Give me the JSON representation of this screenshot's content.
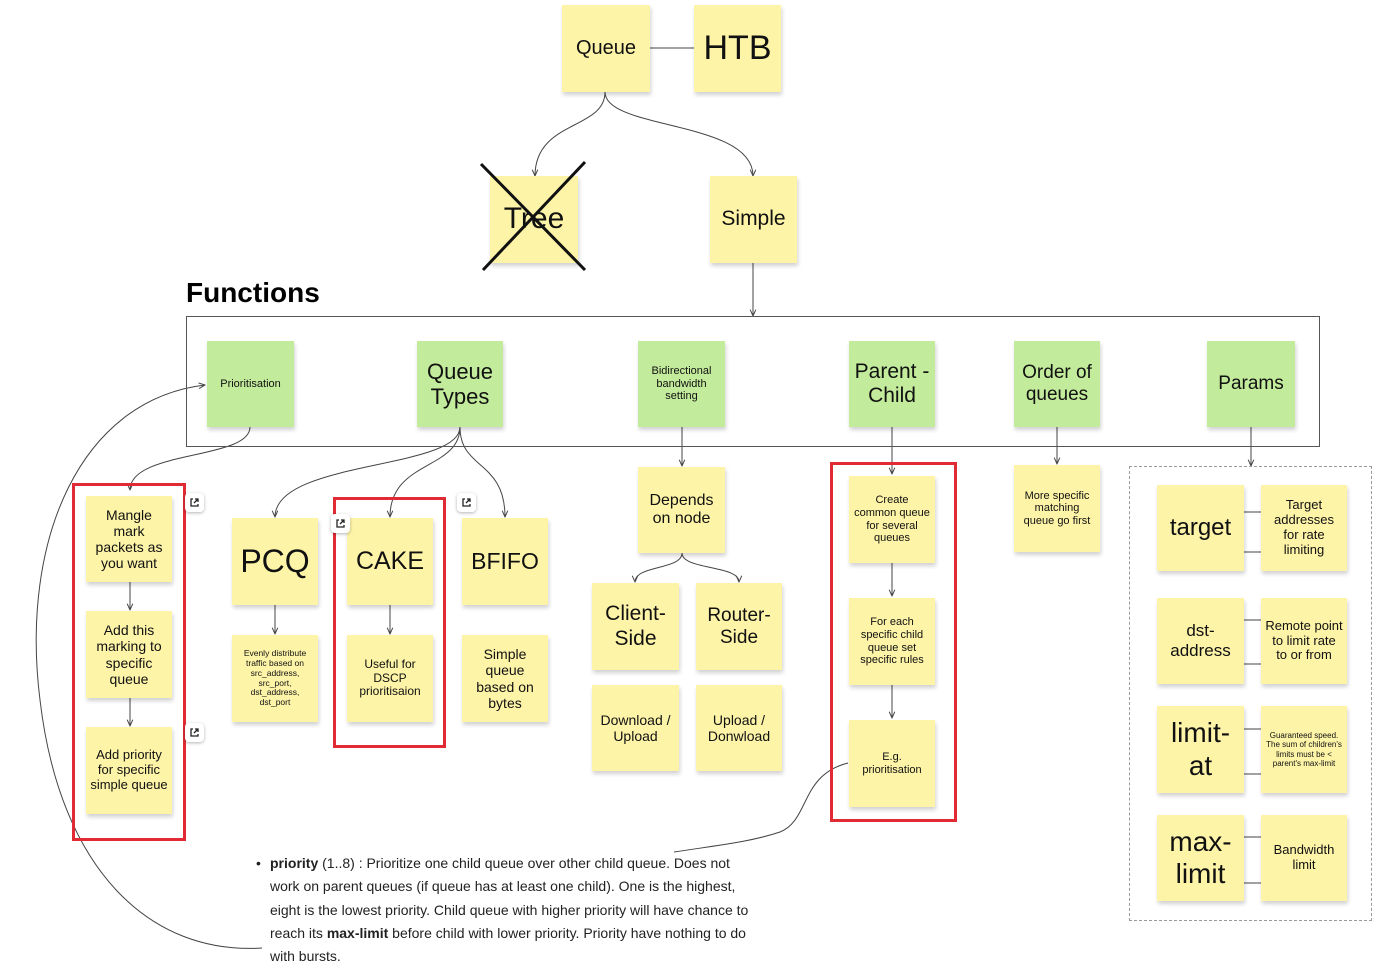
{
  "section_title": "Functions",
  "notes": {
    "queue": "Queue",
    "htb": "HTB",
    "tree": "Tree",
    "simple": "Simple",
    "prioritisation": "Prioritisation",
    "queue_types": "Queue Types",
    "bidirectional": "Bidirectional bandwidth setting",
    "parent_child": "Parent - Child",
    "order_of_queues": "Order of queues",
    "params": "Params",
    "mangle": "Mangle mark packets as you want",
    "add_marking": "Add this marking to specific queue",
    "add_priority": "Add priority for specific simple queue",
    "pcq": "PCQ",
    "pcq_desc": "Evenly distribute traffic based on src_address, src_port, dst_address, dst_port",
    "cake": "CAKE",
    "cake_desc": "Useful for DSCP prioritisaion",
    "bfifo": "BFIFO",
    "bfifo_desc": "Simple queue based on bytes",
    "depends_on_node": "Depends on node",
    "client_side": "Client-Side",
    "router_side": "Router-Side",
    "download_upload": "Download / Upload",
    "upload_download": "Upload / Donwload",
    "create_common": "Create common queue for several queues",
    "for_each": "For each specific child queue set specific rules",
    "eg_prioritisation": "E.g. prioritisation",
    "more_specific": "More specific matching queue go first",
    "target": "target",
    "target_desc": "Target addresses for rate limiting",
    "dst_address": "dst-address",
    "dst_address_desc": "Remote point to limit rate to or from",
    "limit_at": "limit-at",
    "limit_at_desc": "Guaranteed speed. The sum of children's limits must be < parent's max-limit",
    "max_limit": "max-limit",
    "max_limit_desc": "Bandwidth limit"
  },
  "description": {
    "bullet": "•",
    "term": "priority",
    "range": " (1..8) : Prioritize one child queue over other child queue. Does not work on parent queues (if queue has at least one child). One is the highest, eight is the lowest priority. Child queue with higher priority will have chance to reach its ",
    "term2": "max-limit",
    "rest": " before child with lower priority. Priority have nothing to do with bursts."
  },
  "colors": {
    "sticky_yellow": "#fdf4a8",
    "sticky_green": "#c3eb9c",
    "highlight_red": "#e02b35",
    "connector": "#444444"
  },
  "icons": [
    "external-link-icon",
    "cross-out-mark"
  ]
}
